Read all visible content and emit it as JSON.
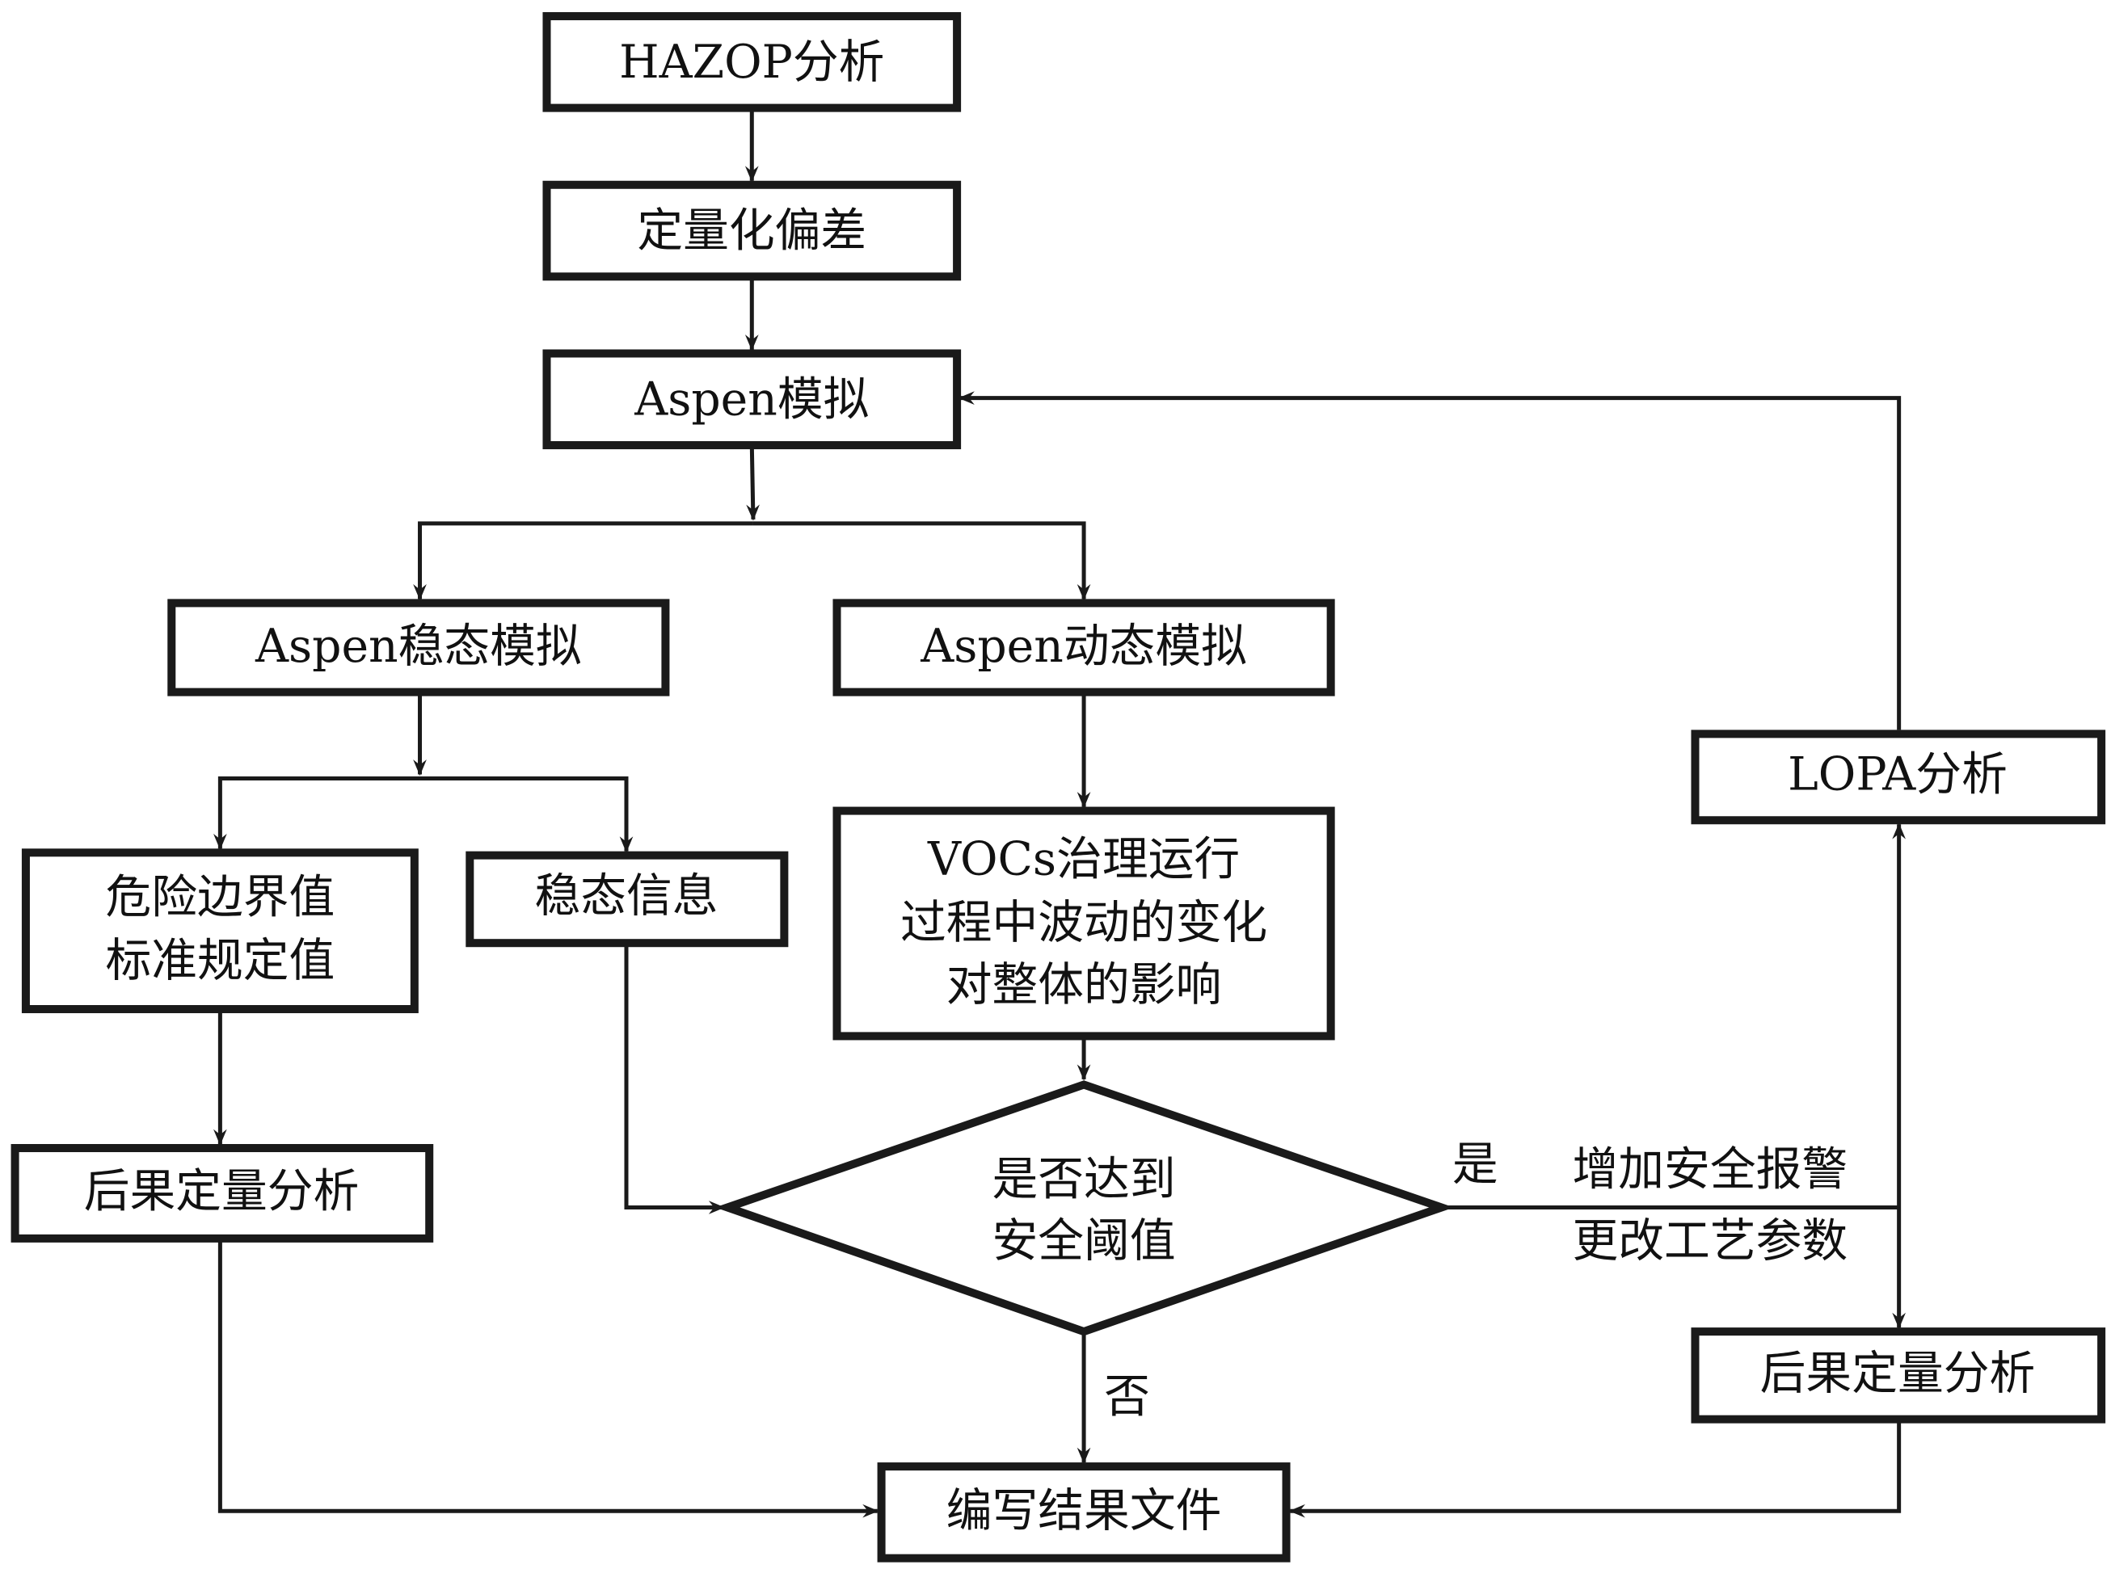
{
  "diagram": {
    "type": "flowchart",
    "nodes": {
      "hazop": "HAZOP分析",
      "quantify": "定量化偏差",
      "aspen": "Aspen模拟",
      "steady_sim": "Aspen稳态模拟",
      "dynamic_sim": "Aspen动态模拟",
      "danger_line1": "危险边界值",
      "danger_line2": "标准规定值",
      "steady_info": "稳态信息",
      "vocs_line1": "VOCs治理运行",
      "vocs_line2": "过程中波动的变化",
      "vocs_line3": "对整体的影响",
      "consequence_left": "后果定量分析",
      "decision_line1": "是否达到",
      "decision_line2": "安全阈值",
      "lopa": "LOPA分析",
      "consequence_right": "后果定量分析",
      "result_doc": "编写结果文件"
    },
    "labels": {
      "yes": "是",
      "no": "否",
      "action_line1": "增加安全报警",
      "action_line2": "更改工艺参数"
    },
    "edges": [
      [
        "HAZOP分析",
        "定量化偏差"
      ],
      [
        "定量化偏差",
        "Aspen模拟"
      ],
      [
        "Aspen模拟",
        "Aspen稳态模拟"
      ],
      [
        "Aspen模拟",
        "Aspen动态模拟"
      ],
      [
        "Aspen稳态模拟",
        "危险边界值/标准规定值"
      ],
      [
        "Aspen稳态模拟",
        "稳态信息"
      ],
      [
        "危险边界值/标准规定值",
        "后果定量分析"
      ],
      [
        "稳态信息",
        "是否达到安全阈值"
      ],
      [
        "Aspen动态模拟",
        "VOCs治理运行过程中波动的变化对整体的影响"
      ],
      [
        "VOCs治理运行过程中波动的变化对整体的影响",
        "是否达到安全阈值"
      ],
      [
        "是否达到安全阈值",
        "LOPA分析 (是)"
      ],
      [
        "是否达到安全阈值",
        "后果定量分析 (是)"
      ],
      [
        "是否达到安全阈值",
        "编写结果文件 (否)"
      ],
      [
        "LOPA分析",
        "Aspen模拟"
      ],
      [
        "后果定量分析 (left)",
        "编写结果文件"
      ],
      [
        "后果定量分析 (right)",
        "编写结果文件"
      ]
    ]
  }
}
